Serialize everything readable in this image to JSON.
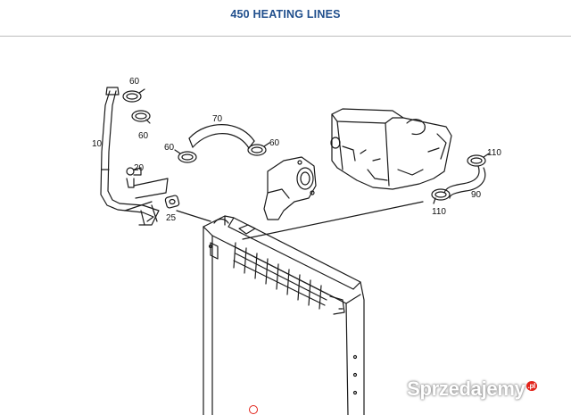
{
  "header": {
    "title": "450 HEATING LINES"
  },
  "callouts": {
    "c60a": "60",
    "c60b": "60",
    "c70": "70",
    "c60c": "60",
    "c60d": "60",
    "c10": "10",
    "c20": "20",
    "c25": "25",
    "c110a": "110",
    "c90": "90",
    "c110b": "110"
  },
  "watermark": {
    "text": "Sprzedajemy",
    "badge": ".pl"
  },
  "icons": {
    "pager_dot": "circle-dot-icon"
  }
}
